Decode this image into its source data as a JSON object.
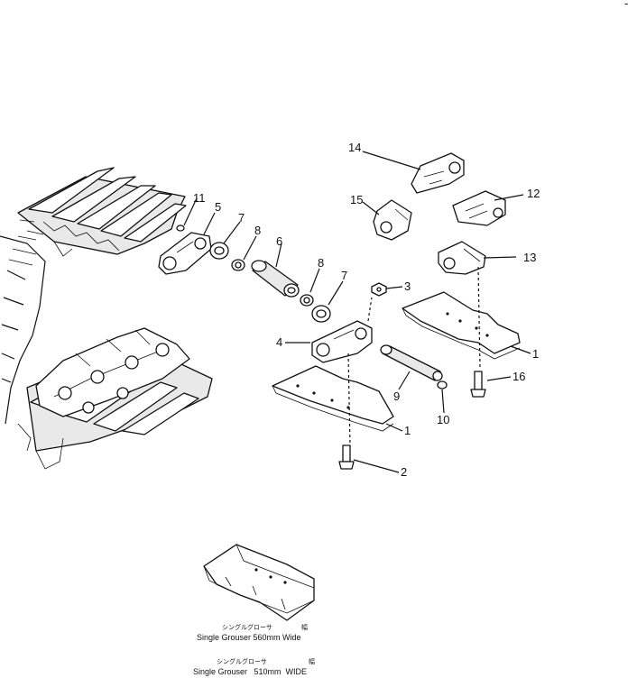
{
  "diagram": {
    "corner_mark": "-",
    "callouts": [
      {
        "id": "c14",
        "text": "14"
      },
      {
        "id": "c15",
        "text": "15"
      },
      {
        "id": "c12",
        "text": "12"
      },
      {
        "id": "c13",
        "text": "13"
      },
      {
        "id": "c11",
        "text": "11"
      },
      {
        "id": "c5",
        "text": "5"
      },
      {
        "id": "c7a",
        "text": "7"
      },
      {
        "id": "c8a",
        "text": "8"
      },
      {
        "id": "c6",
        "text": "6"
      },
      {
        "id": "c3",
        "text": "3"
      },
      {
        "id": "c8b",
        "text": "8"
      },
      {
        "id": "c7b",
        "text": "7"
      },
      {
        "id": "c4",
        "text": "4"
      },
      {
        "id": "c1a",
        "text": "1"
      },
      {
        "id": "c16",
        "text": "16"
      },
      {
        "id": "c9",
        "text": "9"
      },
      {
        "id": "c10",
        "text": "10"
      },
      {
        "id": "c1b",
        "text": "1"
      },
      {
        "id": "c2",
        "text": "2"
      }
    ],
    "variants": [
      {
        "jp": "シングルグローサ",
        "size_jp": "幅",
        "label": "Single Grouser 560mm Wide"
      },
      {
        "jp": "シングルグローサ",
        "size_jp": "幅",
        "label": "Single Grouser   510mm  WIDE"
      }
    ]
  }
}
